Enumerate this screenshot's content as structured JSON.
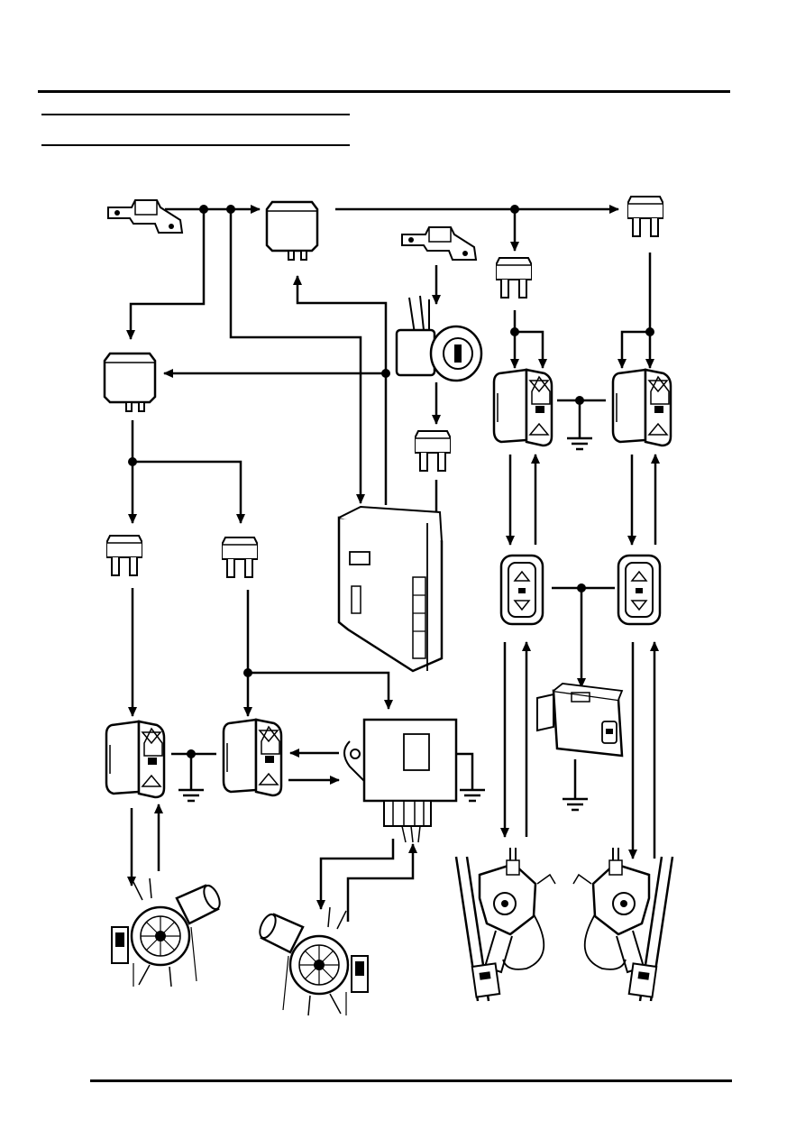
{
  "page": {
    "header_title": "",
    "section_title": "",
    "section_subtitle": "",
    "figure_label": ""
  },
  "components": [
    {
      "id": "fusible-link-1",
      "kind": "fusible-link"
    },
    {
      "id": "fusible-link-2",
      "kind": "fusible-link"
    },
    {
      "id": "relay-main",
      "kind": "relay"
    },
    {
      "id": "relay-left",
      "kind": "relay"
    },
    {
      "id": "ignition-switch",
      "kind": "ignition-switch"
    },
    {
      "id": "fuse-ignition",
      "kind": "fuse"
    },
    {
      "id": "fuse-top-mid",
      "kind": "fuse"
    },
    {
      "id": "fuse-top-right",
      "kind": "fuse"
    },
    {
      "id": "fuse-left-1",
      "kind": "fuse"
    },
    {
      "id": "fuse-left-2",
      "kind": "fuse"
    },
    {
      "id": "control-unit",
      "kind": "body-control-unit"
    },
    {
      "id": "anti-trap-module",
      "kind": "anti-trap-module"
    },
    {
      "id": "switch-rear-left-1",
      "kind": "window-switch"
    },
    {
      "id": "switch-rear-left-2",
      "kind": "window-switch"
    },
    {
      "id": "switch-front-1",
      "kind": "window-switch"
    },
    {
      "id": "switch-front-2",
      "kind": "window-switch"
    },
    {
      "id": "switch-door-1",
      "kind": "door-switch"
    },
    {
      "id": "switch-door-2",
      "kind": "door-switch"
    },
    {
      "id": "isolation-switch",
      "kind": "isolation-switch"
    },
    {
      "id": "motor-1",
      "kind": "window-motor"
    },
    {
      "id": "motor-2",
      "kind": "window-motor"
    },
    {
      "id": "regulator-1",
      "kind": "window-regulator"
    },
    {
      "id": "regulator-2",
      "kind": "window-regulator"
    }
  ],
  "icons": {
    "ground": "ground-icon",
    "junction": "junction-dot-icon",
    "arrow": "arrow-icon"
  }
}
